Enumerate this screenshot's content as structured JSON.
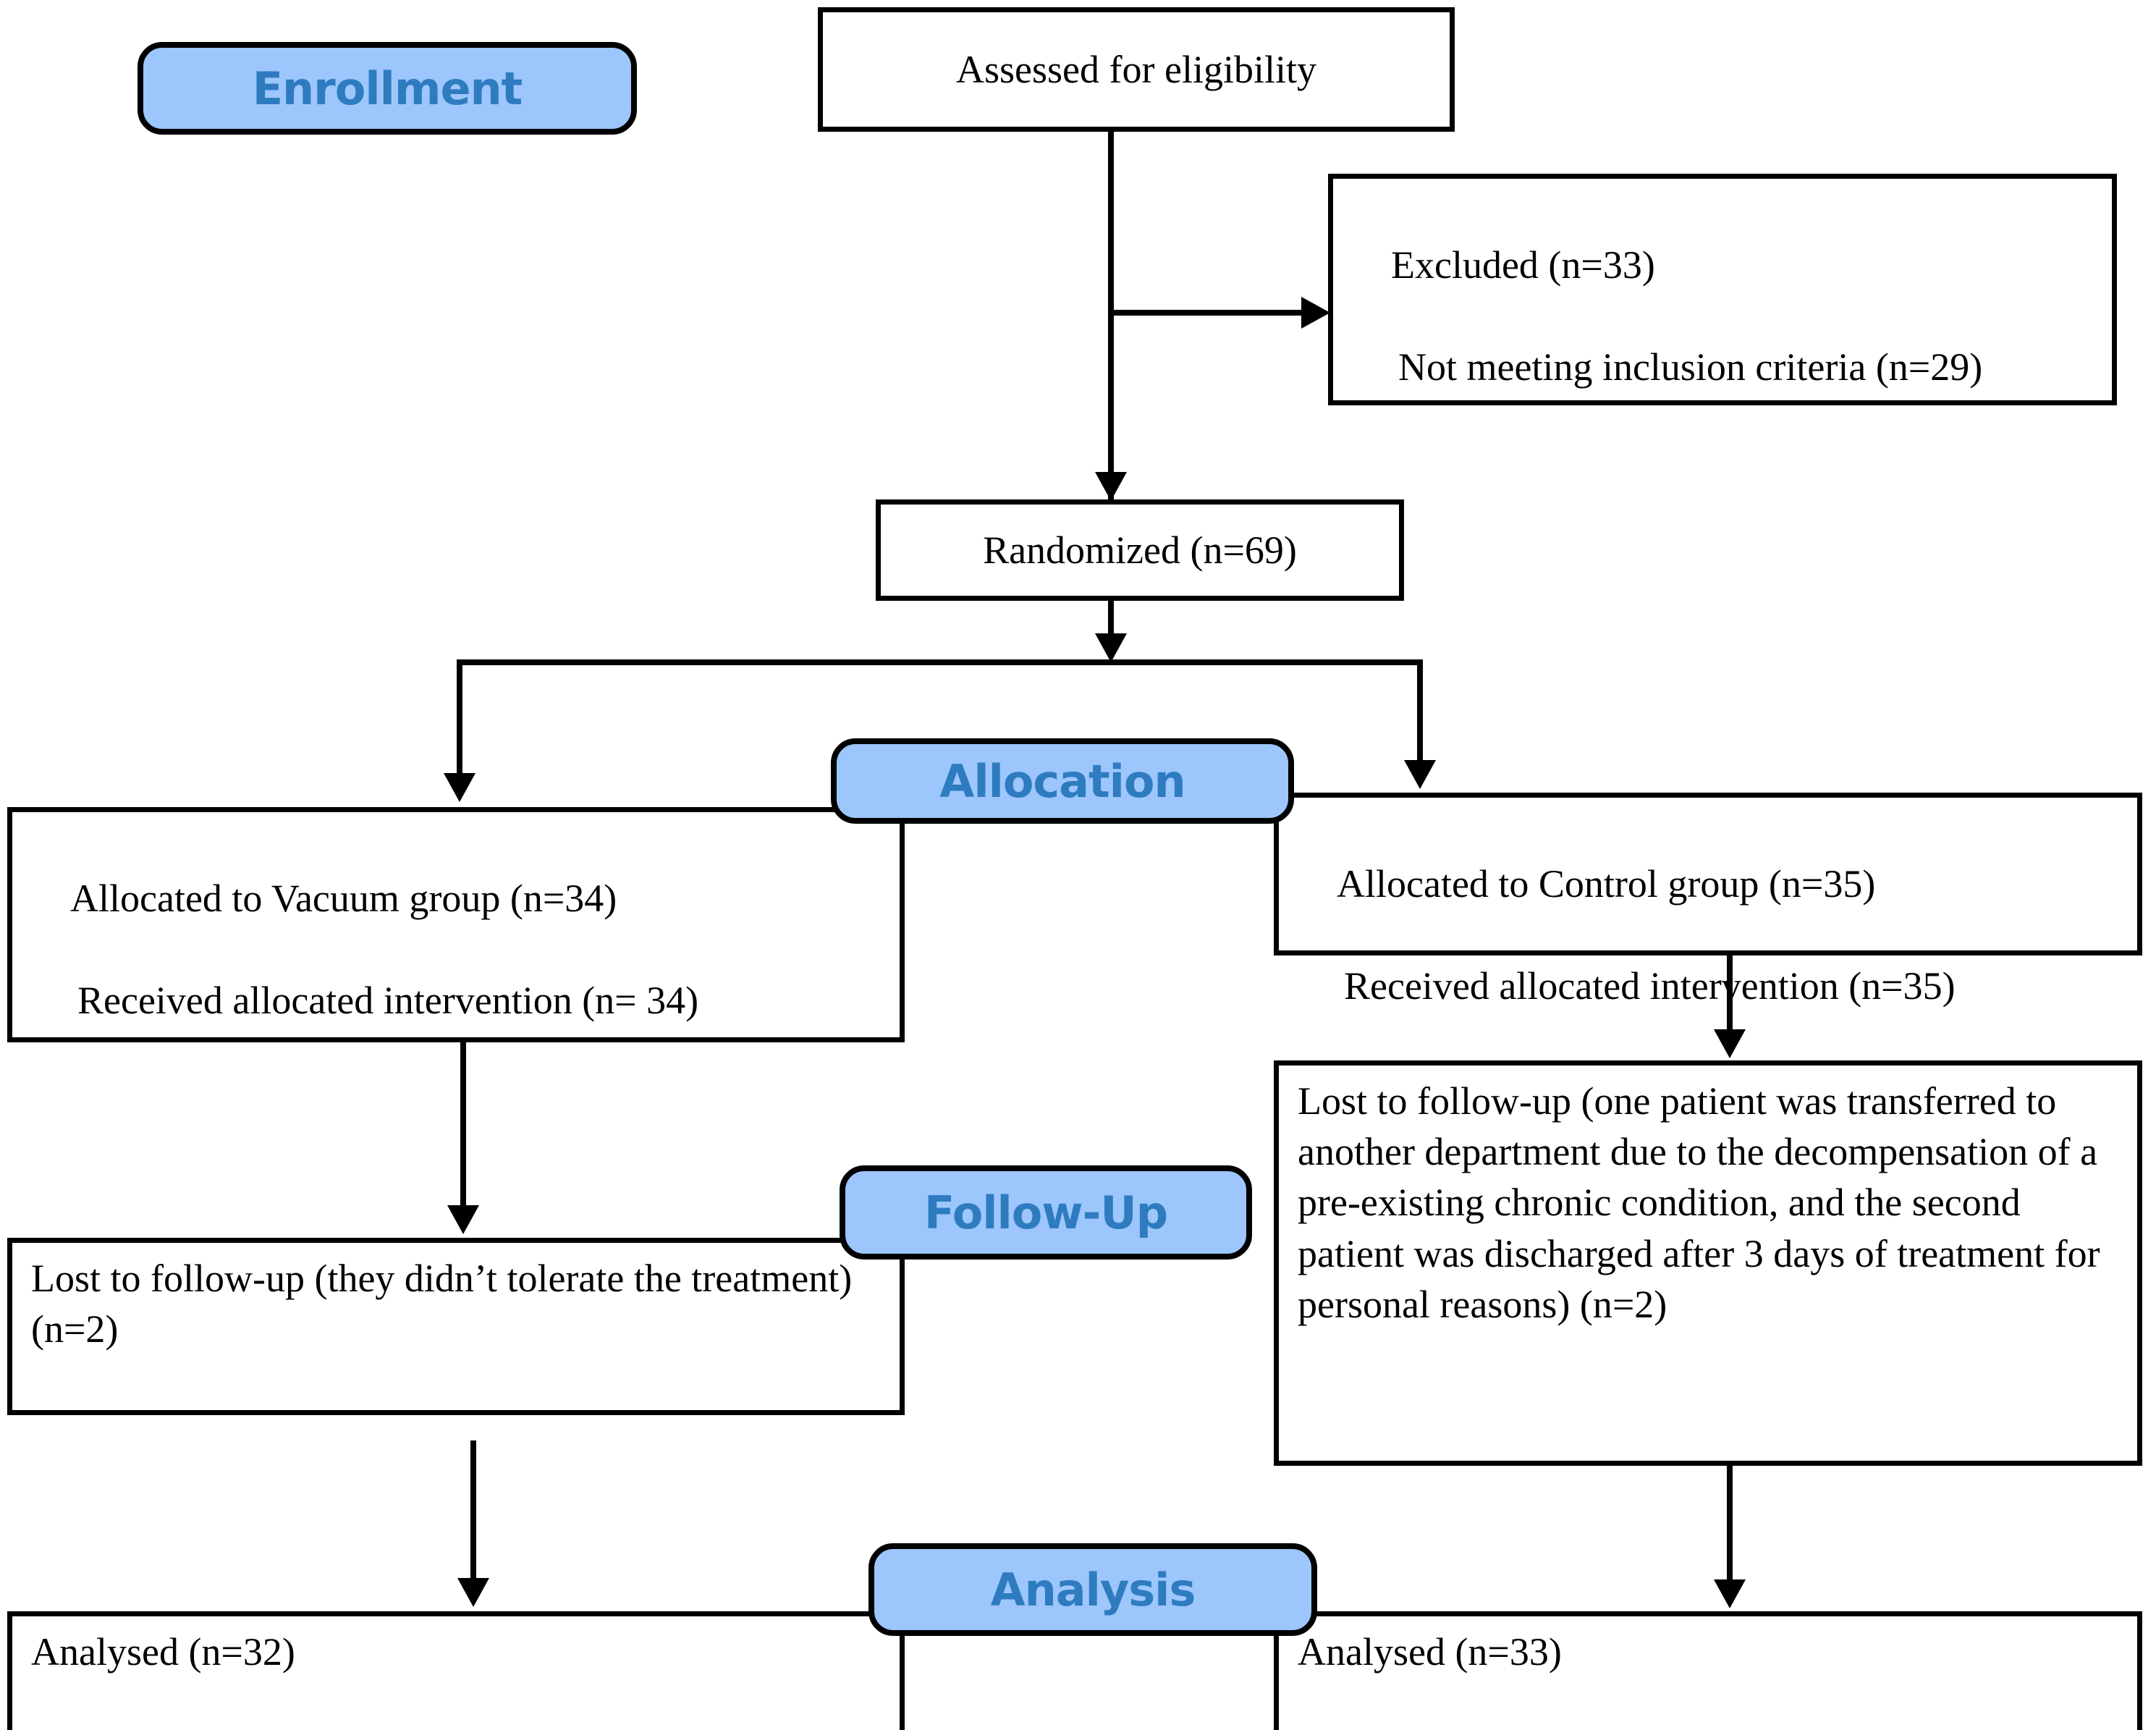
{
  "diagram": {
    "title": "CONSORT participant flow diagram",
    "accent_blue": "#9CC6FC",
    "accent_blue_text": "#2E7CBF",
    "line_color": "#000000"
  },
  "stages": {
    "enrollment": "Enrollment",
    "allocation": "Allocation",
    "followup": "Follow-Up",
    "analysis": "Analysis"
  },
  "nodes": {
    "assessed": "Assessed for eligibility",
    "excluded_main": "Excluded (n=33)",
    "excluded_reason": "Not meeting inclusion criteria (n=29)",
    "randomized": "Randomized (n=69)",
    "alloc_left_line1": "Allocated to Vacuum group (n=34)",
    "alloc_left_line2": "Received allocated intervention (n= 34)",
    "alloc_right_line1": "Allocated to Control group (n=35)",
    "alloc_right_line2": "Received allocated intervention (n=35)",
    "followup_left": "Lost to follow-up (they didn’t tolerate the treatment) (n=2)",
    "followup_right": "Lost to follow-up (one patient was transferred to another department due to the decompensation of a pre-existing chronic condition, and the second patient was discharged after 3 days of treatment for personal reasons) (n=2)",
    "analysed_left": "Analysed (n=32)",
    "analysed_right": "Analysed (n=33)"
  },
  "chart_data": {
    "type": "diagram",
    "title": "CONSORT flow diagram",
    "stages": [
      "Enrollment",
      "Allocation",
      "Follow-Up",
      "Analysis"
    ],
    "counts": {
      "assessed_for_eligibility": null,
      "excluded_total": 33,
      "excluded_not_meeting_inclusion_criteria": 29,
      "randomized": 69,
      "allocated_vacuum": 34,
      "received_intervention_vacuum": 34,
      "allocated_control": 35,
      "received_intervention_control": 35,
      "lost_to_followup_vacuum": 2,
      "lost_to_followup_control": 2,
      "analysed_vacuum": 32,
      "analysed_control": 33
    },
    "arms": [
      "Vacuum group",
      "Control group"
    ]
  }
}
